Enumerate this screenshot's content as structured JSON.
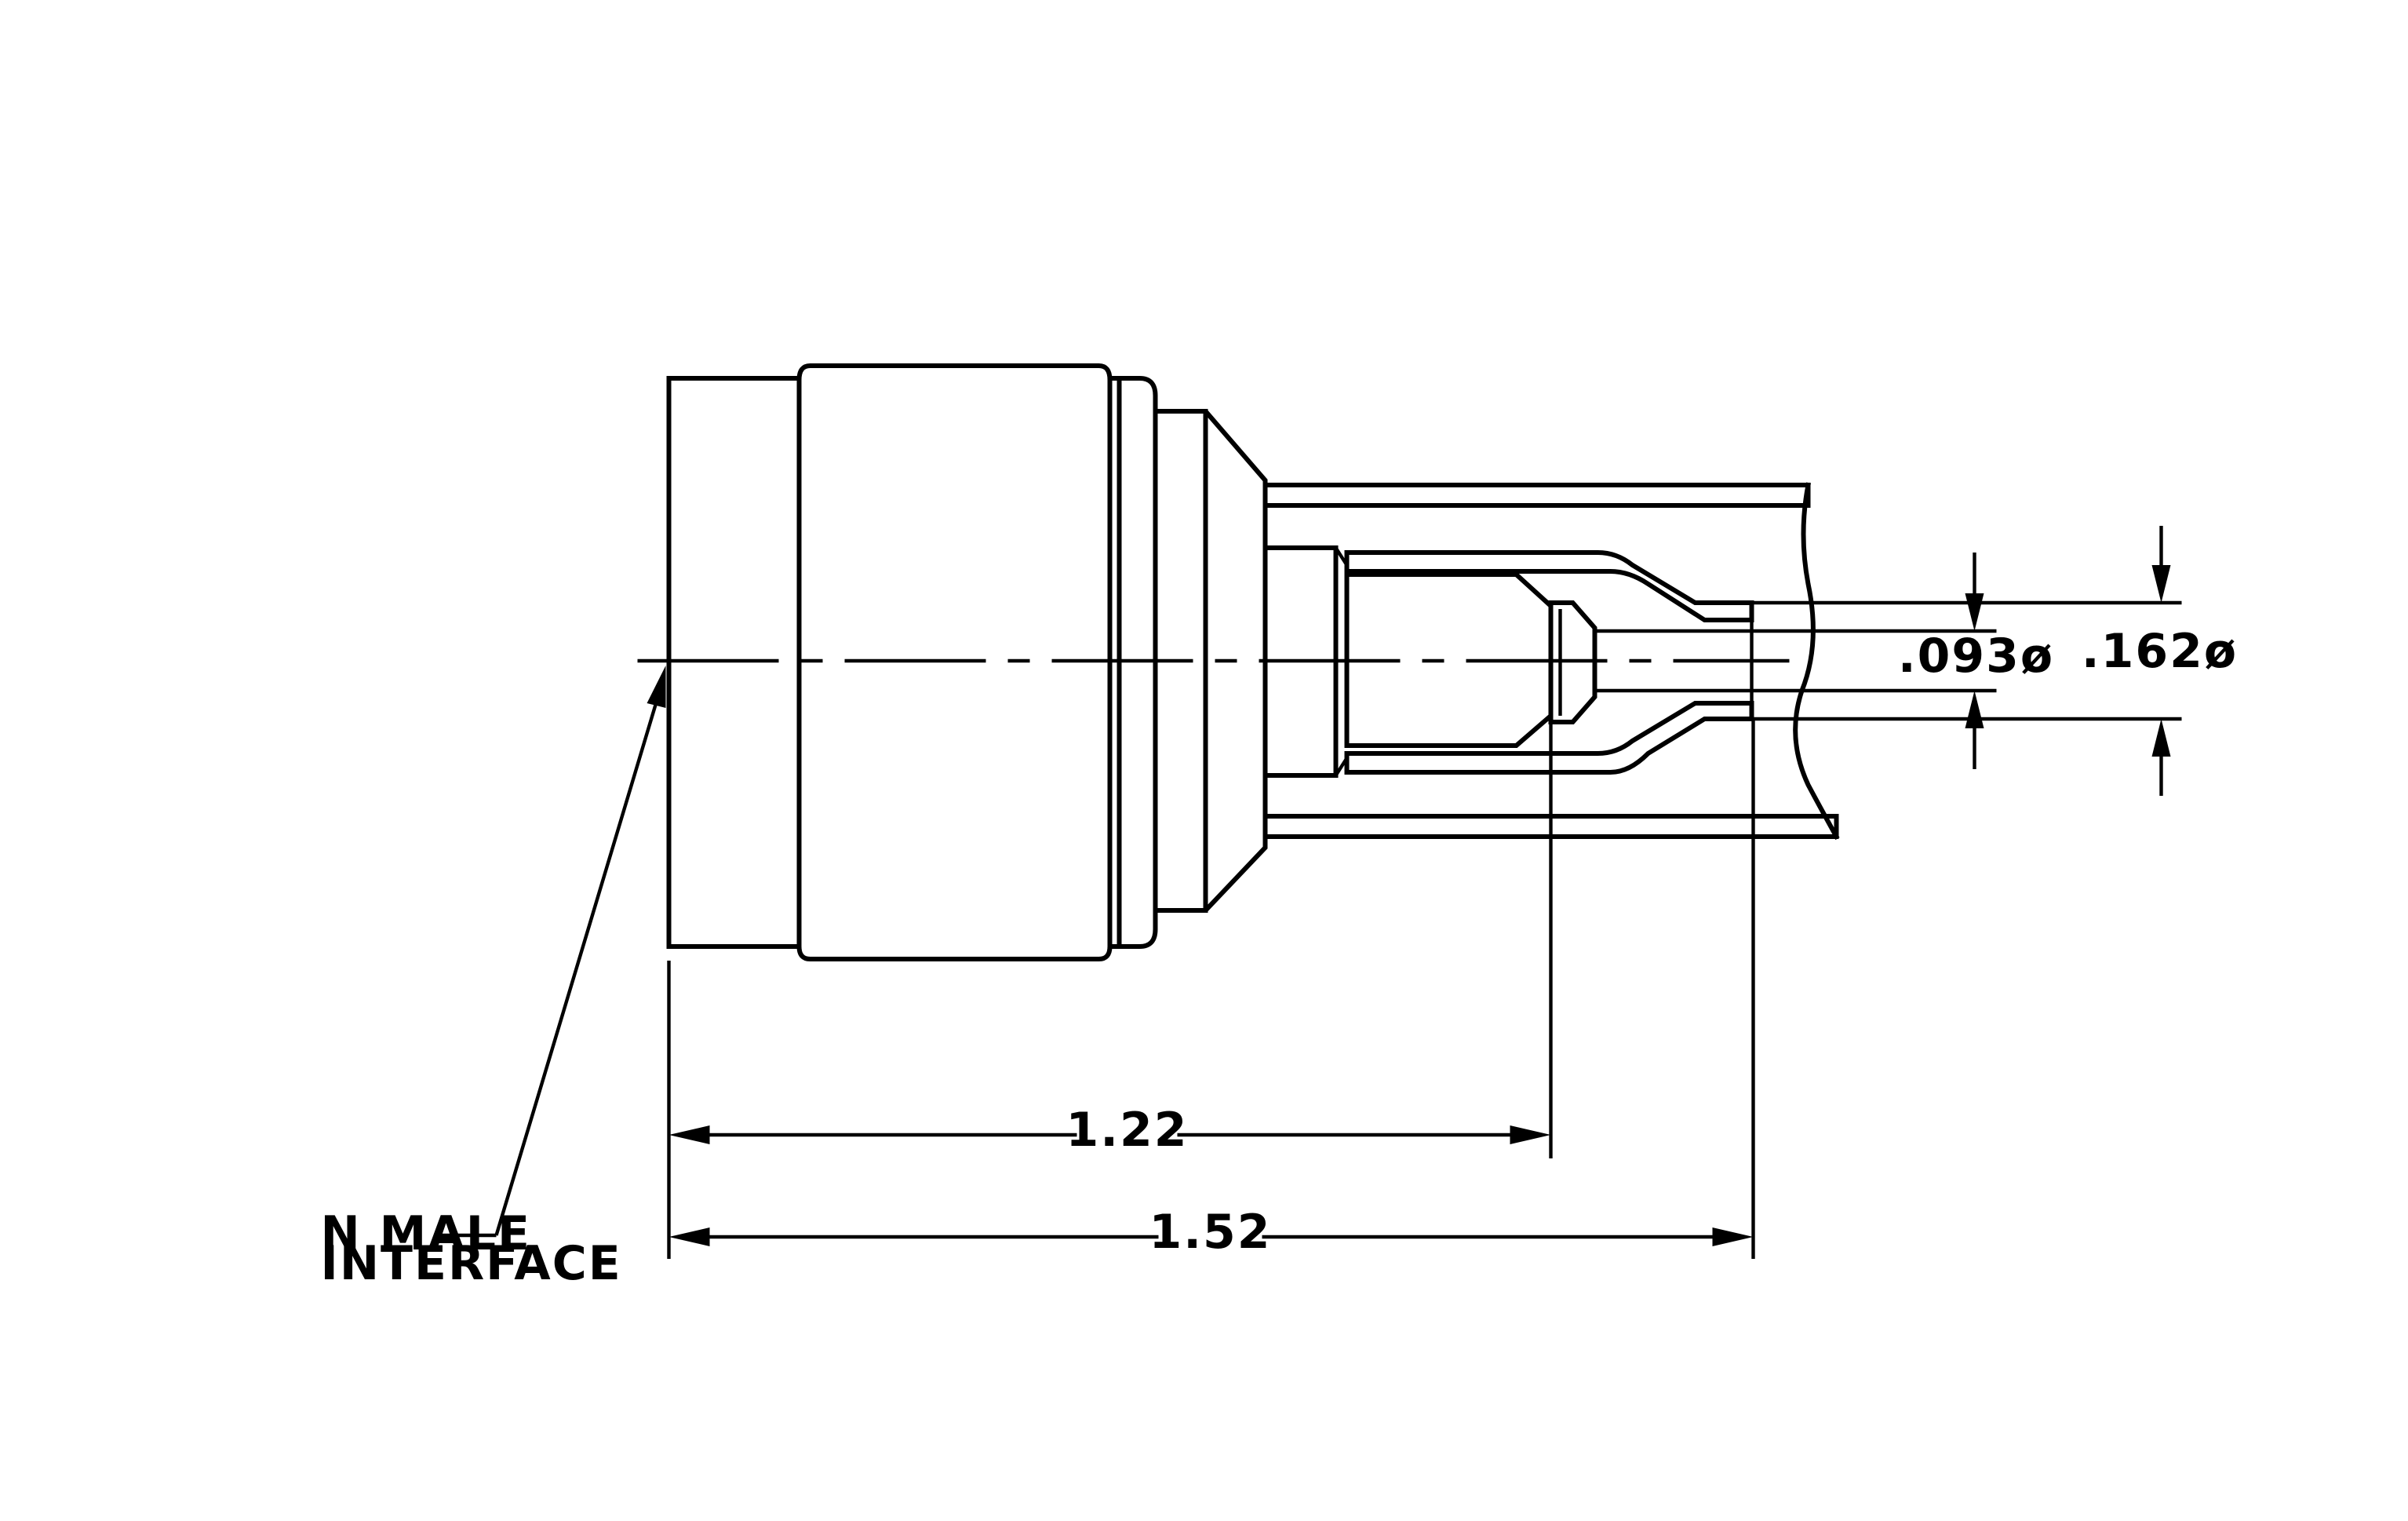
{
  "drawing": {
    "callout_line1": "N  MALE",
    "callout_line2": "INTERFACE",
    "dim_inner_length": "1.22",
    "dim_overall_length": "1.52",
    "dim_pin_diameter": ".093ø",
    "dim_cable_diameter": ".162ø"
  },
  "colors": {
    "ink": "#000000",
    "paper": "#ffffff"
  }
}
